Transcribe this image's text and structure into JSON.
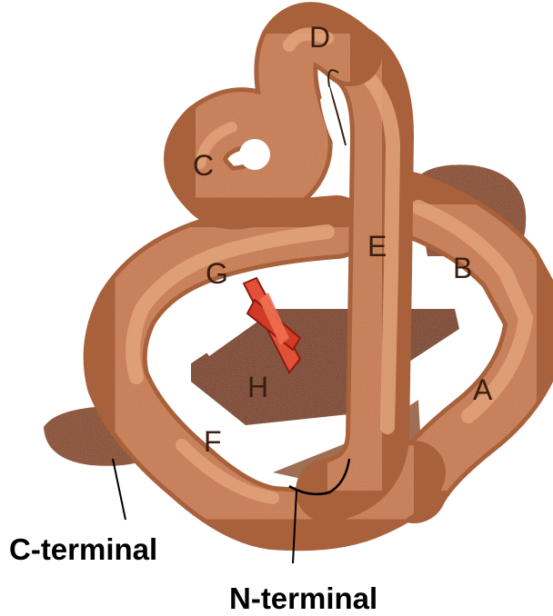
{
  "helix_labels": {
    "a": "A",
    "b": "B",
    "c": "C",
    "d": "D",
    "e": "E",
    "f": "F",
    "g": "G",
    "h": "H"
  },
  "terminals": {
    "c_terminal": "C-terminal",
    "n_terminal": "N-terminal"
  },
  "colors": {
    "tube": "#c97a4c",
    "tube_light": "#e3a47a",
    "tube_shadow": "#a8613a",
    "dark_shape": "#8a4a22",
    "heme": "#d8402a",
    "outline": "#000000"
  }
}
